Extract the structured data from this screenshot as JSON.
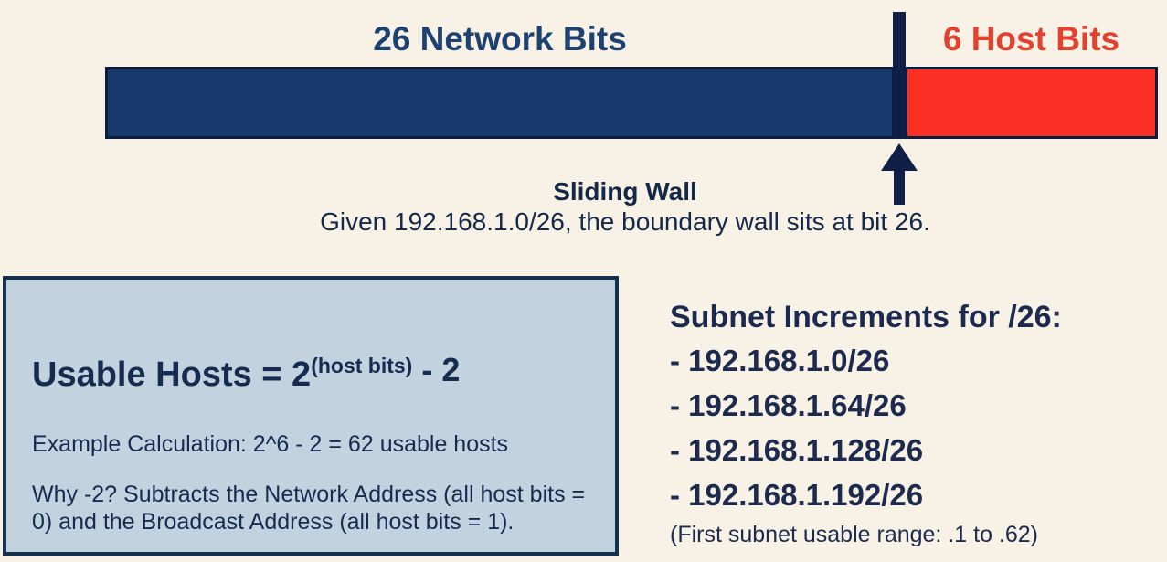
{
  "colors": {
    "background": "#f7f2e5",
    "network_bar": "#17396b",
    "host_bar": "#fb2f24",
    "bar_border": "#0d1d3d",
    "wall_and_arrow": "#101f45",
    "network_label_text": "#1d4170",
    "host_label_text": "#e5402e",
    "body_text": "#152b50",
    "info_box_fill": "#c2d3df",
    "info_box_border": "#14304f"
  },
  "bit_bar": {
    "network_label": "26 Network Bits",
    "host_label": "6 Host Bits"
  },
  "sliding_wall": {
    "title": "Sliding Wall",
    "caption": "Given 192.168.1.0/26, the boundary wall sits at bit 26."
  },
  "usable_hosts_box": {
    "formula_base": "Usable Hosts = 2",
    "formula_superscript": "(host bits)",
    "formula_tail": " - 2",
    "example": "Example Calculation: 2^6 - 2 = 62 usable hosts",
    "why": "Why -2? Subtracts the Network Address (all host bits = 0) and the Broadcast Address (all host bits = 1)."
  },
  "subnet_increments": {
    "title": "Subnet Increments for /26:",
    "items": [
      "- 192.168.1.0/26",
      "- 192.168.1.64/26",
      "- 192.168.1.128/26",
      "- 192.168.1.192/26"
    ],
    "footnote": "(First subnet usable range: .1 to .62)"
  }
}
